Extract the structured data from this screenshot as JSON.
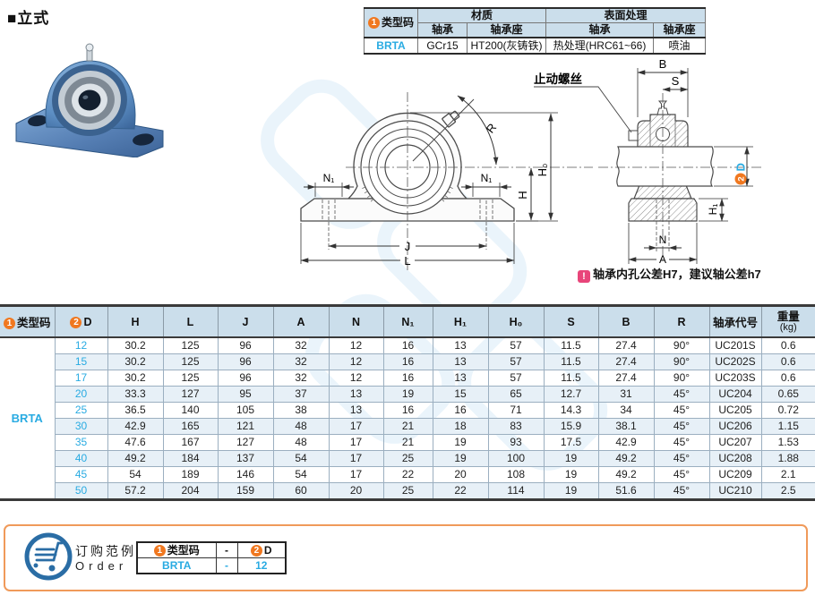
{
  "colors": {
    "accent_blue": "#29abe2",
    "badge_orange": "#f07820",
    "table_header_bg": "#cbdeeb",
    "alt_row_bg": "#e7f0f7",
    "order_border_orange": "#f09a5a",
    "note_pink": "#e8457a",
    "cart_blue": "#2a6da5",
    "product_blue": "#5d8fc4"
  },
  "page": {
    "section_title": "■立式"
  },
  "spec_table": {
    "badge1": "1",
    "type_code_label": "类型码",
    "material_label": "材质",
    "surface_label": "表面处理",
    "bearing_label": "轴承",
    "housing_label": "轴承座",
    "bearing_label2": "轴承",
    "housing_label2": "轴承座",
    "row": {
      "type_code": "BRTA",
      "bearing_material": "GCr15",
      "housing_material": "HT200(灰铸铁)",
      "bearing_surface": "热处理(HRC61~66)",
      "housing_surface": "喷油"
    }
  },
  "drawings": {
    "set_screw_label": "止动螺丝",
    "front": {
      "n1_left": "N₁",
      "n1_right": "N₁",
      "r_label": "R",
      "h_label": "H",
      "h0_label": "H₀",
      "j_label": "J",
      "l_label": "L"
    },
    "side": {
      "b_label": "B",
      "s_label": "S",
      "badge2": "2",
      "d_label": "D",
      "h1_label": "H₁",
      "n_label": "N",
      "a_label": "A"
    },
    "note_icon": "!",
    "note_text": "轴承内孔公差H7，建议轴公差h7"
  },
  "main_table": {
    "badge1": "1",
    "badge2": "2",
    "type_code_label": "类型码",
    "d_label": "D",
    "headers": [
      "H",
      "L",
      "J",
      "A",
      "N",
      "N₁",
      "H₁",
      "H₀",
      "S",
      "B",
      "R",
      "轴承代号"
    ],
    "weight_label": "重量",
    "weight_unit": "(kg)",
    "type_code": "BRTA",
    "rows": [
      {
        "d": "12",
        "values": [
          "30.2",
          "125",
          "96",
          "32",
          "12",
          "16",
          "13",
          "57",
          "11.5",
          "27.4",
          "90°",
          "UC201S",
          "0.6"
        ]
      },
      {
        "d": "15",
        "values": [
          "30.2",
          "125",
          "96",
          "32",
          "12",
          "16",
          "13",
          "57",
          "11.5",
          "27.4",
          "90°",
          "UC202S",
          "0.6"
        ]
      },
      {
        "d": "17",
        "values": [
          "30.2",
          "125",
          "96",
          "32",
          "12",
          "16",
          "13",
          "57",
          "11.5",
          "27.4",
          "90°",
          "UC203S",
          "0.6"
        ]
      },
      {
        "d": "20",
        "values": [
          "33.3",
          "127",
          "95",
          "37",
          "13",
          "19",
          "15",
          "65",
          "12.7",
          "31",
          "45°",
          "UC204",
          "0.65"
        ]
      },
      {
        "d": "25",
        "values": [
          "36.5",
          "140",
          "105",
          "38",
          "13",
          "16",
          "16",
          "71",
          "14.3",
          "34",
          "45°",
          "UC205",
          "0.72"
        ]
      },
      {
        "d": "30",
        "values": [
          "42.9",
          "165",
          "121",
          "48",
          "17",
          "21",
          "18",
          "83",
          "15.9",
          "38.1",
          "45°",
          "UC206",
          "1.15"
        ]
      },
      {
        "d": "35",
        "values": [
          "47.6",
          "167",
          "127",
          "48",
          "17",
          "21",
          "19",
          "93",
          "17.5",
          "42.9",
          "45°",
          "UC207",
          "1.53"
        ]
      },
      {
        "d": "40",
        "values": [
          "49.2",
          "184",
          "137",
          "54",
          "17",
          "25",
          "19",
          "100",
          "19",
          "49.2",
          "45°",
          "UC208",
          "1.88"
        ]
      },
      {
        "d": "45",
        "values": [
          "54",
          "189",
          "146",
          "54",
          "17",
          "22",
          "20",
          "108",
          "19",
          "49.2",
          "45°",
          "UC209",
          "2.1"
        ]
      },
      {
        "d": "50",
        "values": [
          "57.2",
          "204",
          "159",
          "60",
          "20",
          "25",
          "22",
          "114",
          "19",
          "51.6",
          "45°",
          "UC210",
          "2.5"
        ]
      }
    ]
  },
  "order": {
    "title_cn": "订购范例",
    "title_en": "Order",
    "badge1": "1",
    "type_code_label": "类型码",
    "dash_header": "-",
    "badge2": "2",
    "d_label": "D",
    "example_type": "BRTA",
    "example_dash": "-",
    "example_d": "12"
  }
}
